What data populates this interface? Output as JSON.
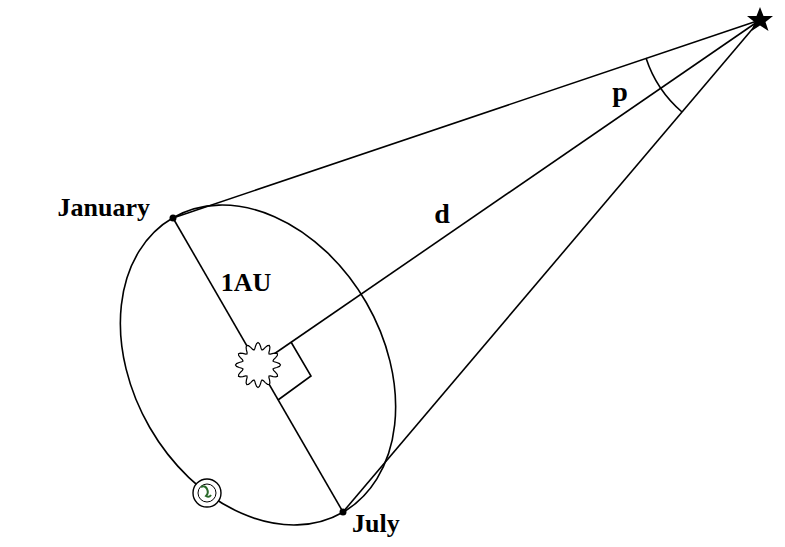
{
  "diagram": {
    "labels": [
      "January",
      "1AU",
      "d",
      "p",
      "July"
    ]
  }
}
